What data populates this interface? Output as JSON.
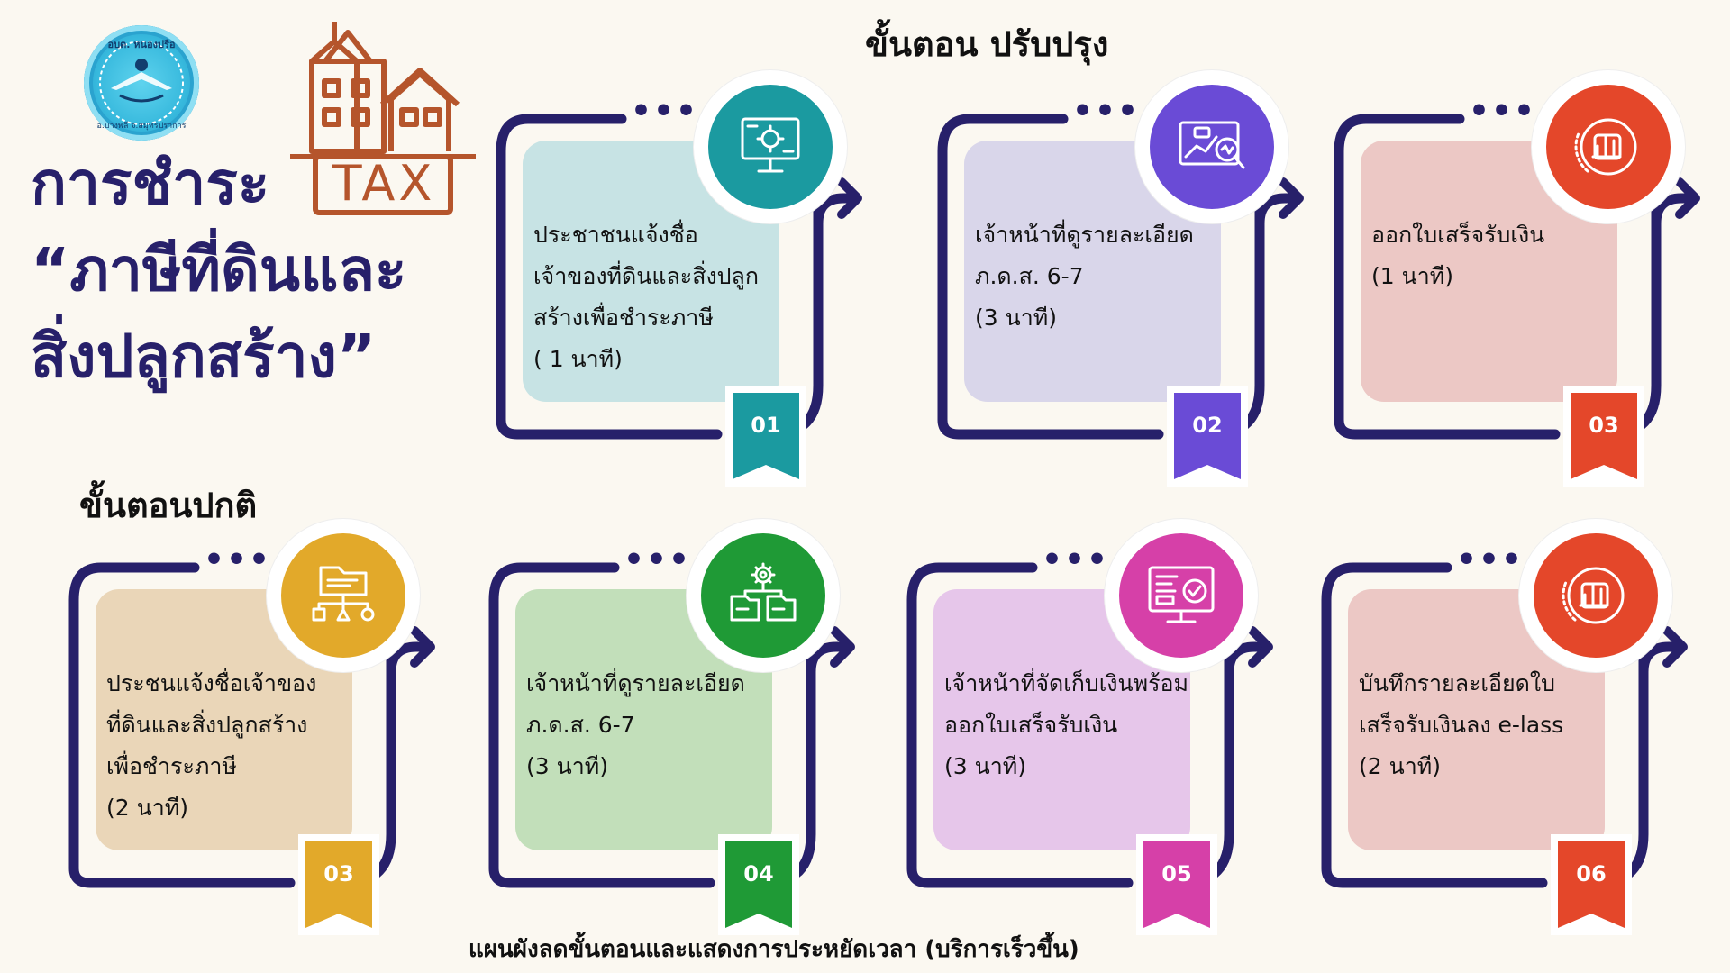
{
  "title": {
    "main": "การชำระ\n“ภาษีที่ดินและ\nสิ่งปลูกสร้าง”",
    "tax_word": "TAX"
  },
  "logo": {
    "top_text": "อบต. หนองปรือ",
    "bottom_text": "อ.บางพลี จ.สมุทรปราการ"
  },
  "sections": {
    "improved": "ขั้นตอน ปรับปรุง",
    "normal": "ขั้นตอนปกติ"
  },
  "footer": "แผนผังลดขั้นตอนและแสดงการประหยัดเวลา (บริการเร็วขึ้น)",
  "colors": {
    "frame": "#27206a",
    "title": "#27206a"
  },
  "improved_steps": [
    {
      "number": "01",
      "text": "ประชาชนแจ้งชื่อ\nเจ้าของที่ดินและสิ่งปลูก\nสร้างเพื่อชำระภาษี\n    ( 1 นาที)",
      "icon": "presentation-screen-icon",
      "accent": "#1b9aa0",
      "panel": "#c7e3e4"
    },
    {
      "number": "02",
      "text": "เจ้าหน้าที่ดูรายละเอียด\nภ.ด.ส. 6-7\n    (3 นาที)",
      "icon": "data-analysis-icon",
      "accent": "#6a4bd6",
      "panel": "#d9d6ea"
    },
    {
      "number": "03",
      "text": "ออกใบเสร็จรับเงิน\n         (1 นาที)",
      "icon": "bar-chart-circle-icon",
      "accent": "#e4472a",
      "panel": "#ecc8c5"
    }
  ],
  "normal_steps": [
    {
      "number": "03",
      "text": "ประชนแจ้งชื่อเจ้าของ\nที่ดินและสิ่งปลูกสร้าง\nเพื่อชำระภาษี\n   (2 นาที)",
      "icon": "folder-hierarchy-icon",
      "accent": "#e2a92a",
      "panel": "#ead6b8"
    },
    {
      "number": "04",
      "text": "เจ้าหน้าที่ดูรายละเอียด\nภ.ด.ส. 6-7\n          (3 นาที)",
      "icon": "gear-folders-icon",
      "accent": "#1f9a36",
      "panel": "#c2dfba"
    },
    {
      "number": "05",
      "text": "เจ้าหน้าที่จัดเก็บเงินพร้อม\nออกใบเสร็จรับเงิน\n         (3 นาที)",
      "icon": "monitor-check-icon",
      "accent": "#d640a8",
      "panel": "#e6c6ea"
    },
    {
      "number": "06",
      "text": "บันทึกรายละเอียดใบ\nเสร็จรับเงินลง e-lass\n      (2 นาที)",
      "icon": "bar-chart-circle-icon",
      "accent": "#e4472a",
      "panel": "#ecc8c5"
    }
  ]
}
